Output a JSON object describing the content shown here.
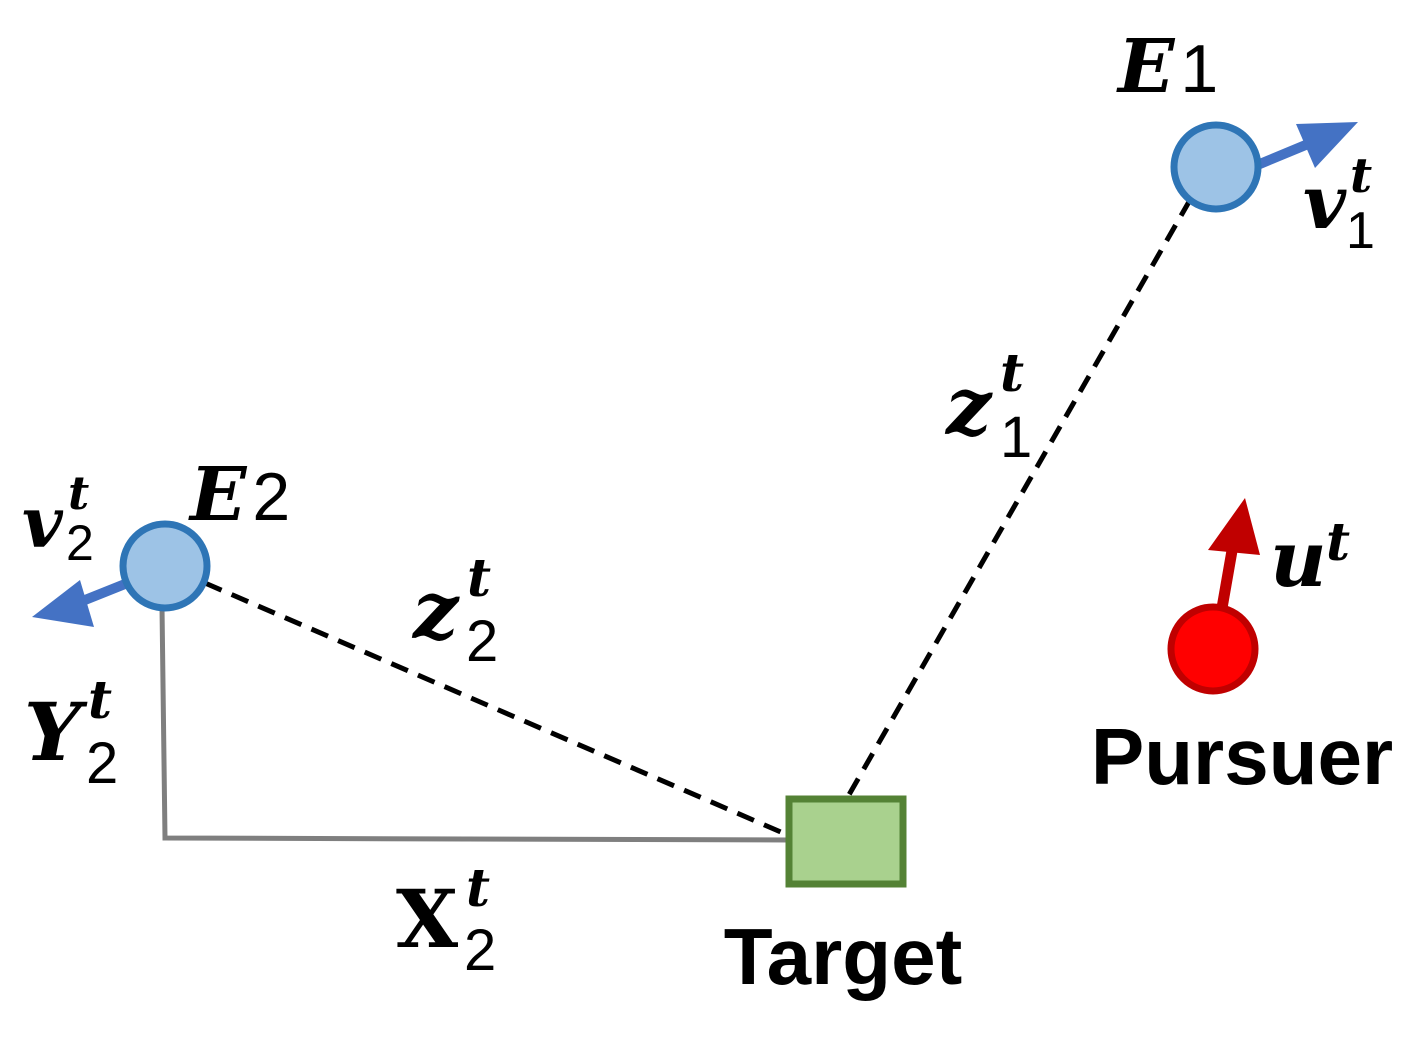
{
  "colors": {
    "evader_fill": "#9dc3e6",
    "evader_stroke": "#2e75b6",
    "velocity_arrow": "#4472c4",
    "target_fill": "#a9d18e",
    "target_stroke": "#548235",
    "pursuer_fill": "#ff0000",
    "pursuer_stroke": "#c00000",
    "pursuer_arrow": "#c00000",
    "dashed_line": "#000000",
    "axis_line": "#7f7f7f"
  },
  "labels": {
    "e1": {
      "base": "E",
      "sub": "1"
    },
    "e2": {
      "base": "E",
      "sub": "2"
    },
    "v1": {
      "base": "v",
      "sup": "t",
      "sub": "1"
    },
    "v2": {
      "base": "v",
      "sup": "t",
      "sub": "2"
    },
    "z1": {
      "base": "z",
      "sup": "t",
      "sub": "1"
    },
    "z2": {
      "base": "z",
      "sup": "t",
      "sub": "2"
    },
    "x2": {
      "base": "X",
      "sup": "t",
      "sub": "2"
    },
    "y2": {
      "base": "Y",
      "sup": "t",
      "sub": "2"
    },
    "u": {
      "base": "u",
      "sup": "t"
    },
    "target": "Target",
    "pursuer": "Pursuer"
  }
}
